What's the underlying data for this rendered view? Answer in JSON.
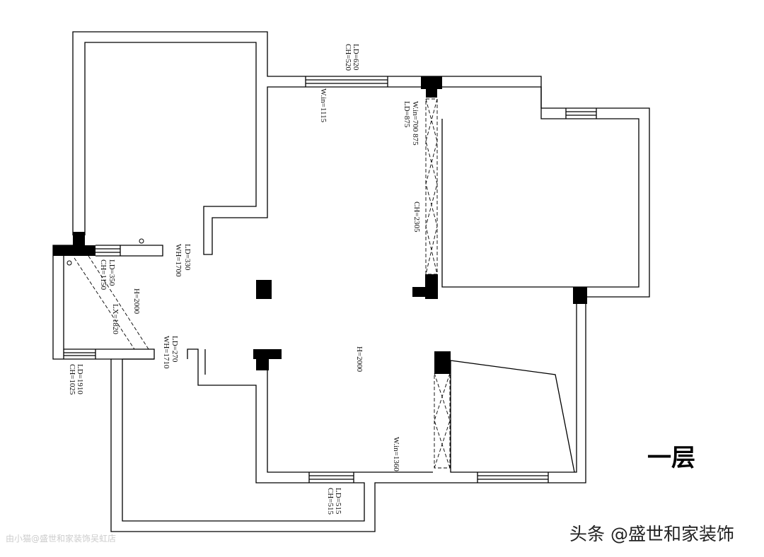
{
  "title": "一层",
  "watermark": "头条 @盛世和家装饰",
  "watermark_small": "由小猫@盛世和家装饰吴虹店",
  "labels": {
    "top_window_ld": "LD=620",
    "top_window_ch": "CH=520",
    "top_win": "W.in=1115",
    "door_win": "W.in=700  875",
    "door_ld": "LD=875",
    "door_ch": "CH=2305",
    "left_ld": "LD=330",
    "left_wh": "WH=1700",
    "vest_ld": "LD=350",
    "vest_ch": "CH=1150",
    "vest_h": "H=2000",
    "vest_lx": "LX=1820",
    "mid_ld": "LD=270",
    "mid_wh": "WH=1710",
    "low_left_ld": "LD=1910",
    "low_left_ch": "CH=1025",
    "center_h": "H=2000",
    "bottom_win": "W.in=1360",
    "bottom_ld": "LD=515",
    "bottom_ch": "CH=515"
  }
}
